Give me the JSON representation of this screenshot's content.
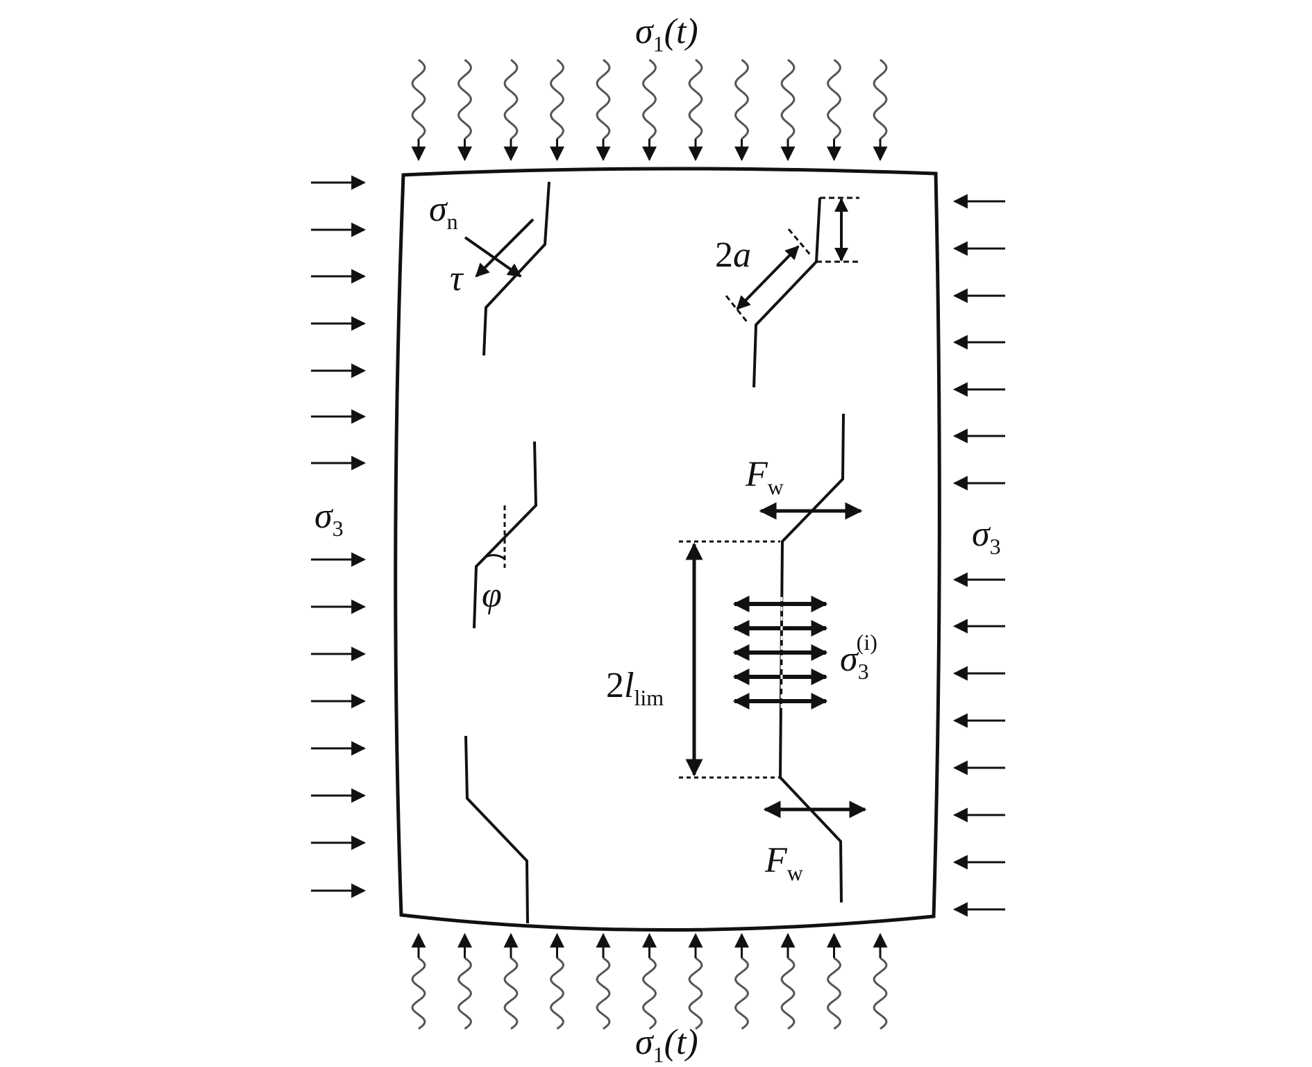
{
  "labels": {
    "top_sigma1": {
      "main": "σ",
      "sub": "1",
      "rest": "(t)"
    },
    "bottom_sigma1": {
      "main": "σ",
      "sub": "1",
      "rest": "(t)"
    },
    "left_sigma3": {
      "main": "σ",
      "sub": "3"
    },
    "right_sigma3": {
      "main": "σ",
      "sub": "3"
    },
    "sigma_n": {
      "main": "σ",
      "sub": "n"
    },
    "tau": "τ",
    "phi": "φ",
    "two_a": {
      "coef": "2",
      "var": "a"
    },
    "fw_top": {
      "main": "F",
      "sub": "w"
    },
    "fw_bottom": {
      "main": "F",
      "sub": "w"
    },
    "two_l_lim": {
      "coef": "2",
      "var": "l",
      "sub": "lim"
    },
    "sigma3_i": {
      "main": "σ",
      "sub": "3",
      "sup": "(i)"
    }
  },
  "colors": {
    "ink": "#111111",
    "wave": "#555555",
    "background": "#ffffff"
  },
  "icons": {
    "wavy_load": "wavy-arrow-icon",
    "push_arrow": "right-arrow-icon"
  }
}
